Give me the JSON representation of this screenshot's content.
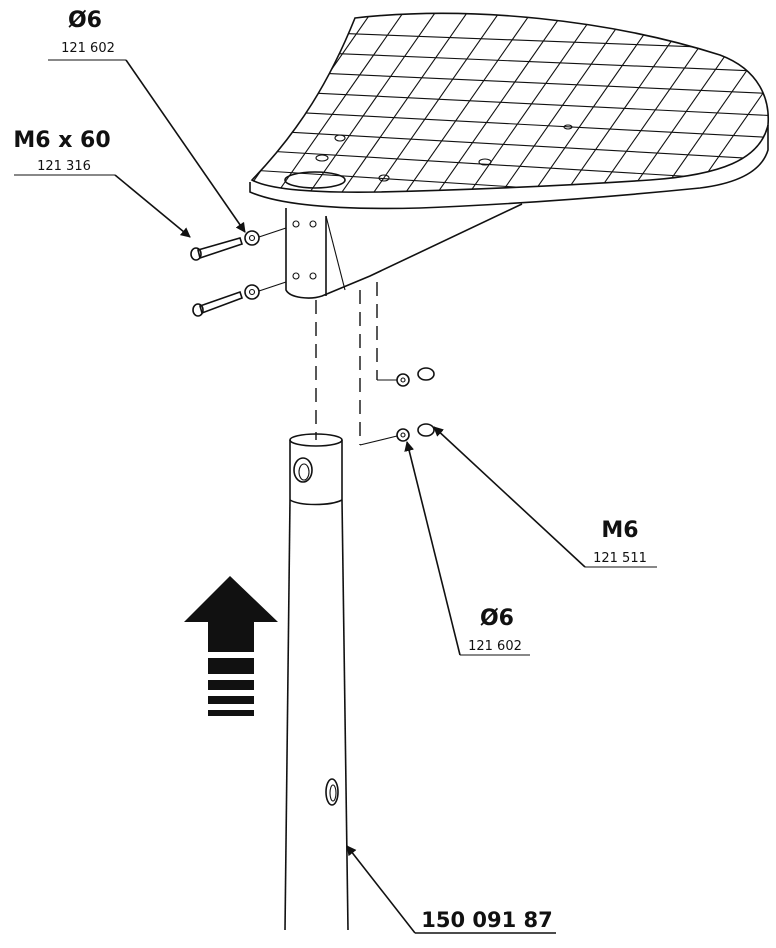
{
  "callouts": {
    "washer_top": {
      "size": "Ø6",
      "code": "121 602"
    },
    "bolt": {
      "size": "M6 x 60",
      "code": "121 316"
    },
    "nut": {
      "size": "M6",
      "code": "121 511"
    },
    "washer_bottom": {
      "size": "Ø6",
      "code": "121 602"
    },
    "tube": {
      "code": "150 091 87"
    }
  },
  "colors": {
    "ink": "#111111",
    "background": "#ffffff",
    "arrow": "#111111"
  },
  "icons": {
    "direction": "up-arrow-icon"
  }
}
